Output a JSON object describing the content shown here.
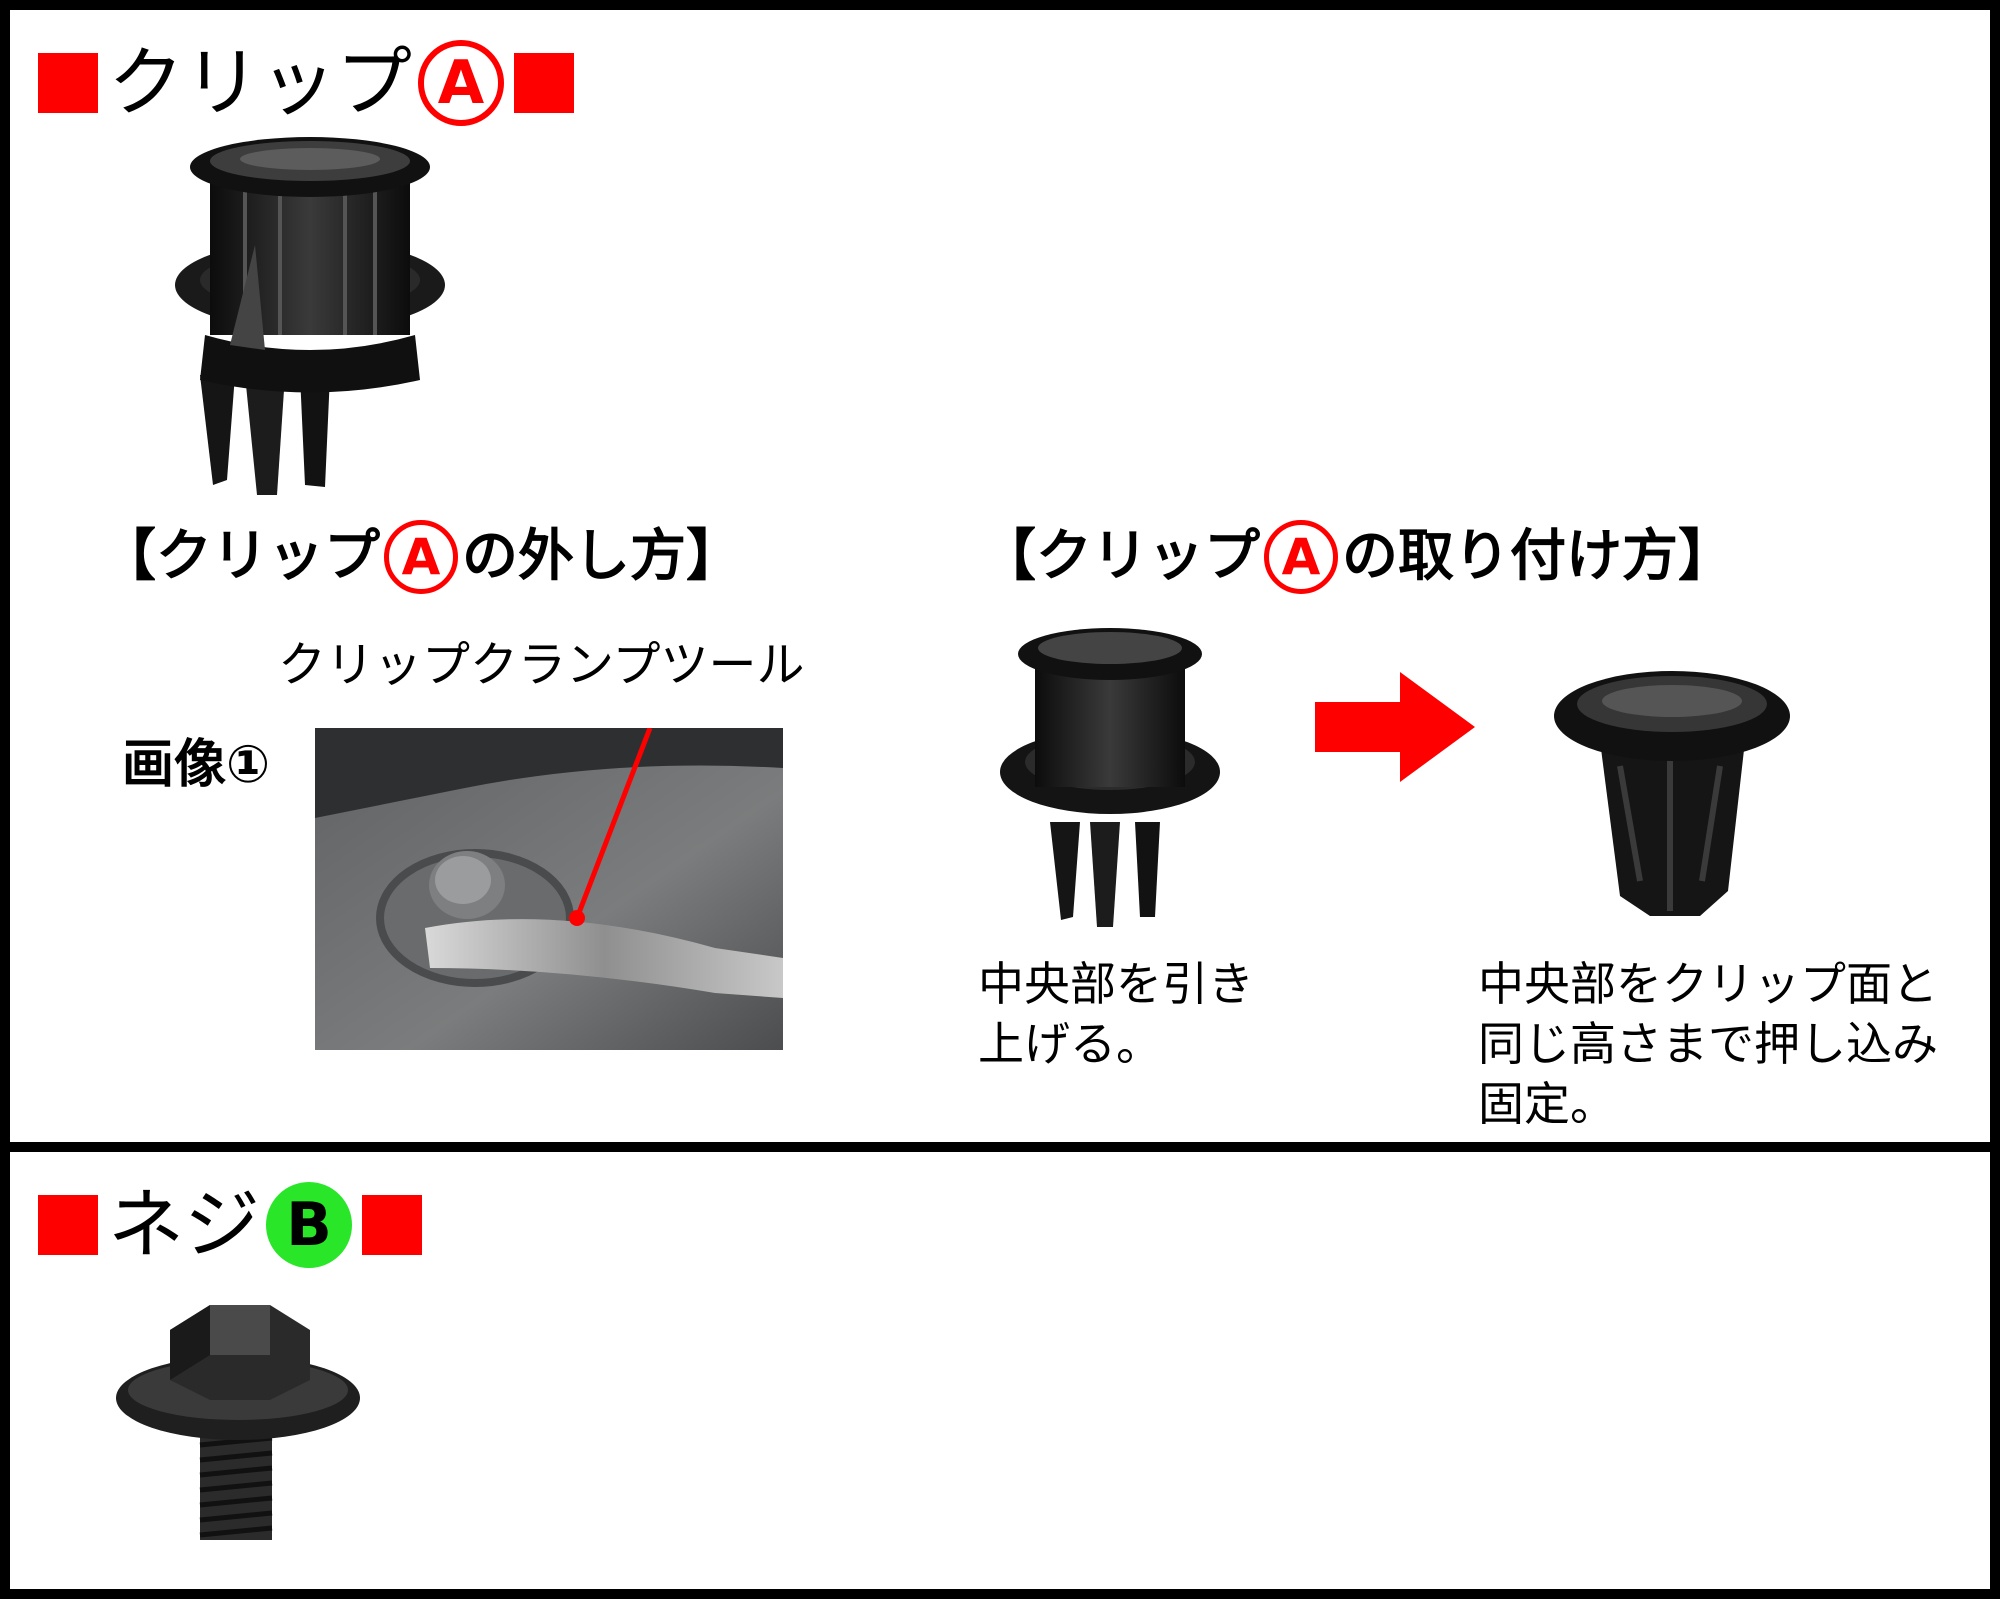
{
  "clip_section": {
    "title": "クリップ",
    "badge": "A"
  },
  "removal": {
    "heading_open": "【クリップ",
    "badge": "A",
    "heading_close": "の外し方】",
    "tool_label": "クリップクランプツール",
    "image_label": "画像①"
  },
  "install": {
    "heading_open": "【クリップ",
    "badge": "A",
    "heading_close": "の取り付け方】",
    "step1_lines": [
      "中央部を引き",
      "上げる。"
    ],
    "step2_lines": [
      "中央部をクリップ面と",
      "同じ高さまで押し込み",
      "固定。"
    ]
  },
  "screw_section": {
    "title": "ネジ",
    "badge": "B"
  },
  "colors": {
    "accent_red": "#ff0000",
    "badge_green": "#29e629",
    "border": "#000000"
  }
}
